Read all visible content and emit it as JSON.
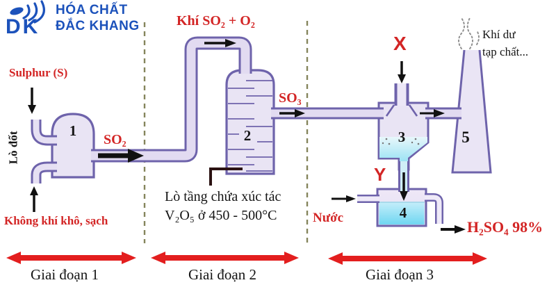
{
  "header": {
    "logo_mark": "DK",
    "company_line1": "HÓA CHẤT",
    "company_line2": "ĐẮC KHANG"
  },
  "diagram": {
    "stage1": {
      "sulphur_label": "Sulphur (S)",
      "furnace_side_label": "Lò đốt",
      "air_label": "Không khí khô, sạch",
      "vessel_number": "1",
      "output_label": "SO₂"
    },
    "stage2": {
      "pipe_top_label": "Khí SO₂ + O₂",
      "vessel_number": "2",
      "output_label": "SO₃",
      "catalyst_note_line1": "Lò tầng chứa xúc tác",
      "catalyst_note_line2": "V₂O₅ ở 450 - 500°C"
    },
    "stage3": {
      "x_label": "X",
      "y_label": "Y",
      "absorber_number": "3",
      "dilution_number": "4",
      "chimney_number": "5",
      "water_label": "Nước",
      "product_label": "H₂SO₄ 98%",
      "exhaust_line1": "Khí dư",
      "exhaust_line2": "tạp chất..."
    }
  },
  "stages": [
    {
      "label": "Giai đoạn 1"
    },
    {
      "label": "Giai đoạn 2"
    },
    {
      "label": "Giai đoạn 3"
    }
  ],
  "colors": {
    "accent_red": "#d32525",
    "stage_arrow_red": "#e31e1e",
    "vessel_stroke_purple": "#6e63ab",
    "vessel_fill_lavender": "#e9e4f4",
    "liquid_cyan": "#84ddf2",
    "logo_blue": "#1c52bb",
    "dashed_divider_olive": "#85855c"
  }
}
